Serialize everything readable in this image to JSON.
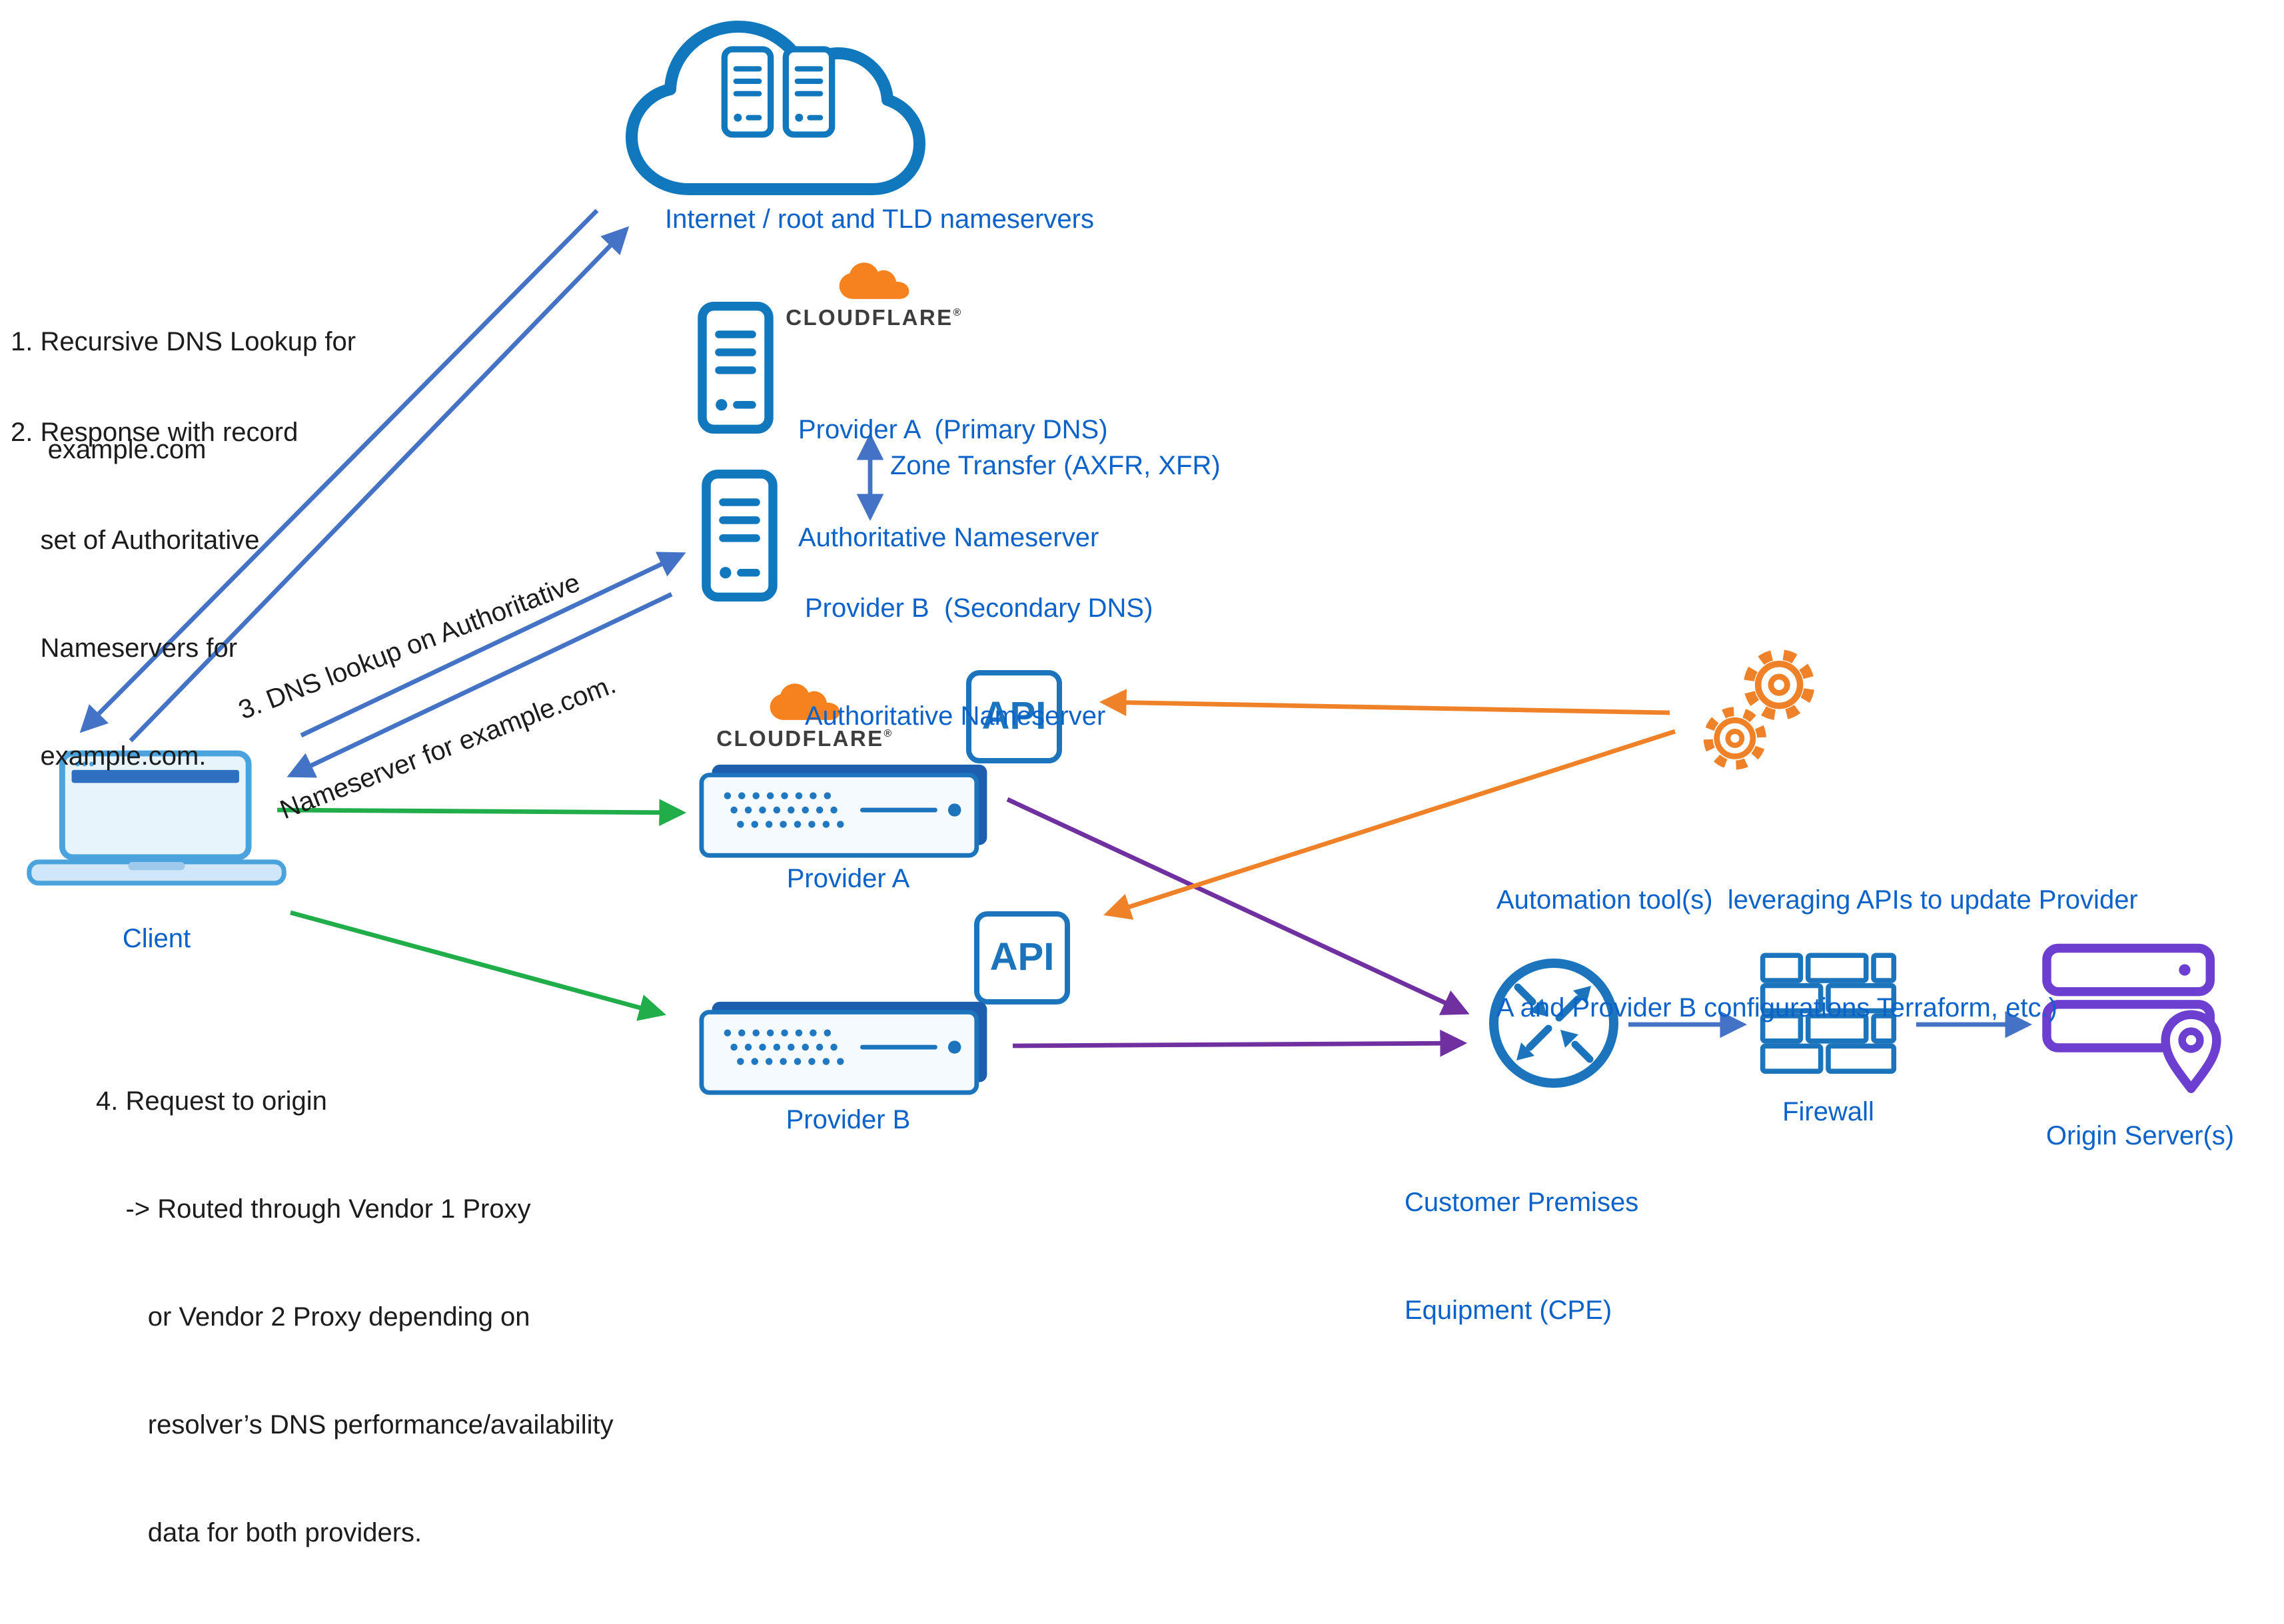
{
  "colors": {
    "text_blue": "#0b62c9",
    "text_black": "#1c1c1c",
    "icon_blue": "#1178be",
    "box_blue": "#1b74bc",
    "arrow_blue": "#4472c4",
    "arrow_green": "#22ad4b",
    "arrow_purple": "#7030a0",
    "arrow_orange": "#ef8228",
    "cloudflare_orange": "#f6821f",
    "origin_purple": "#6c3fd1"
  },
  "nodes": {
    "internet": {
      "label": "Internet / root and TLD nameservers"
    },
    "cloudflare": {
      "wordmark": "CLOUDFLARE",
      "registered": "®"
    },
    "provider_a_ns": {
      "line1": "Provider A  (Primary DNS)",
      "line2": "Authoritative Nameserver"
    },
    "zone_transfer": {
      "label": "Zone Transfer (AXFR, XFR)"
    },
    "provider_b_ns": {
      "line1": "Provider B  (Secondary DNS)",
      "line2": "Authoritative Nameserver"
    },
    "client": {
      "label": "Client"
    },
    "api": {
      "label": "API"
    },
    "provider_a_proxy": {
      "label": "Provider A"
    },
    "provider_b_proxy": {
      "label": "Provider B"
    },
    "automation": {
      "line1": "Automation tool(s)  leveraging APIs to update Provider",
      "line2": "A and Provider B configurations Terraform, etc.)"
    },
    "cpe": {
      "line1": "Customer Premises",
      "line2": "Equipment (CPE)"
    },
    "firewall": {
      "label": "Firewall"
    },
    "origin": {
      "label": "Origin Server(s)"
    }
  },
  "annotations": {
    "step1": [
      "1. Recursive DNS Lookup for",
      "     example.com"
    ],
    "step2": [
      "2. Response with record",
      "    set of Authoritative",
      "    Nameservers for",
      "    example.com."
    ],
    "step3": [
      "3. DNS lookup on Authoritative",
      "Nameserver for example.com."
    ],
    "step4": [
      "4. Request to origin",
      "    -> Routed through Vendor 1 Proxy",
      "       or Vendor 2 Proxy depending on",
      "       resolver’s DNS performance/availability",
      "       data for both providers."
    ]
  }
}
